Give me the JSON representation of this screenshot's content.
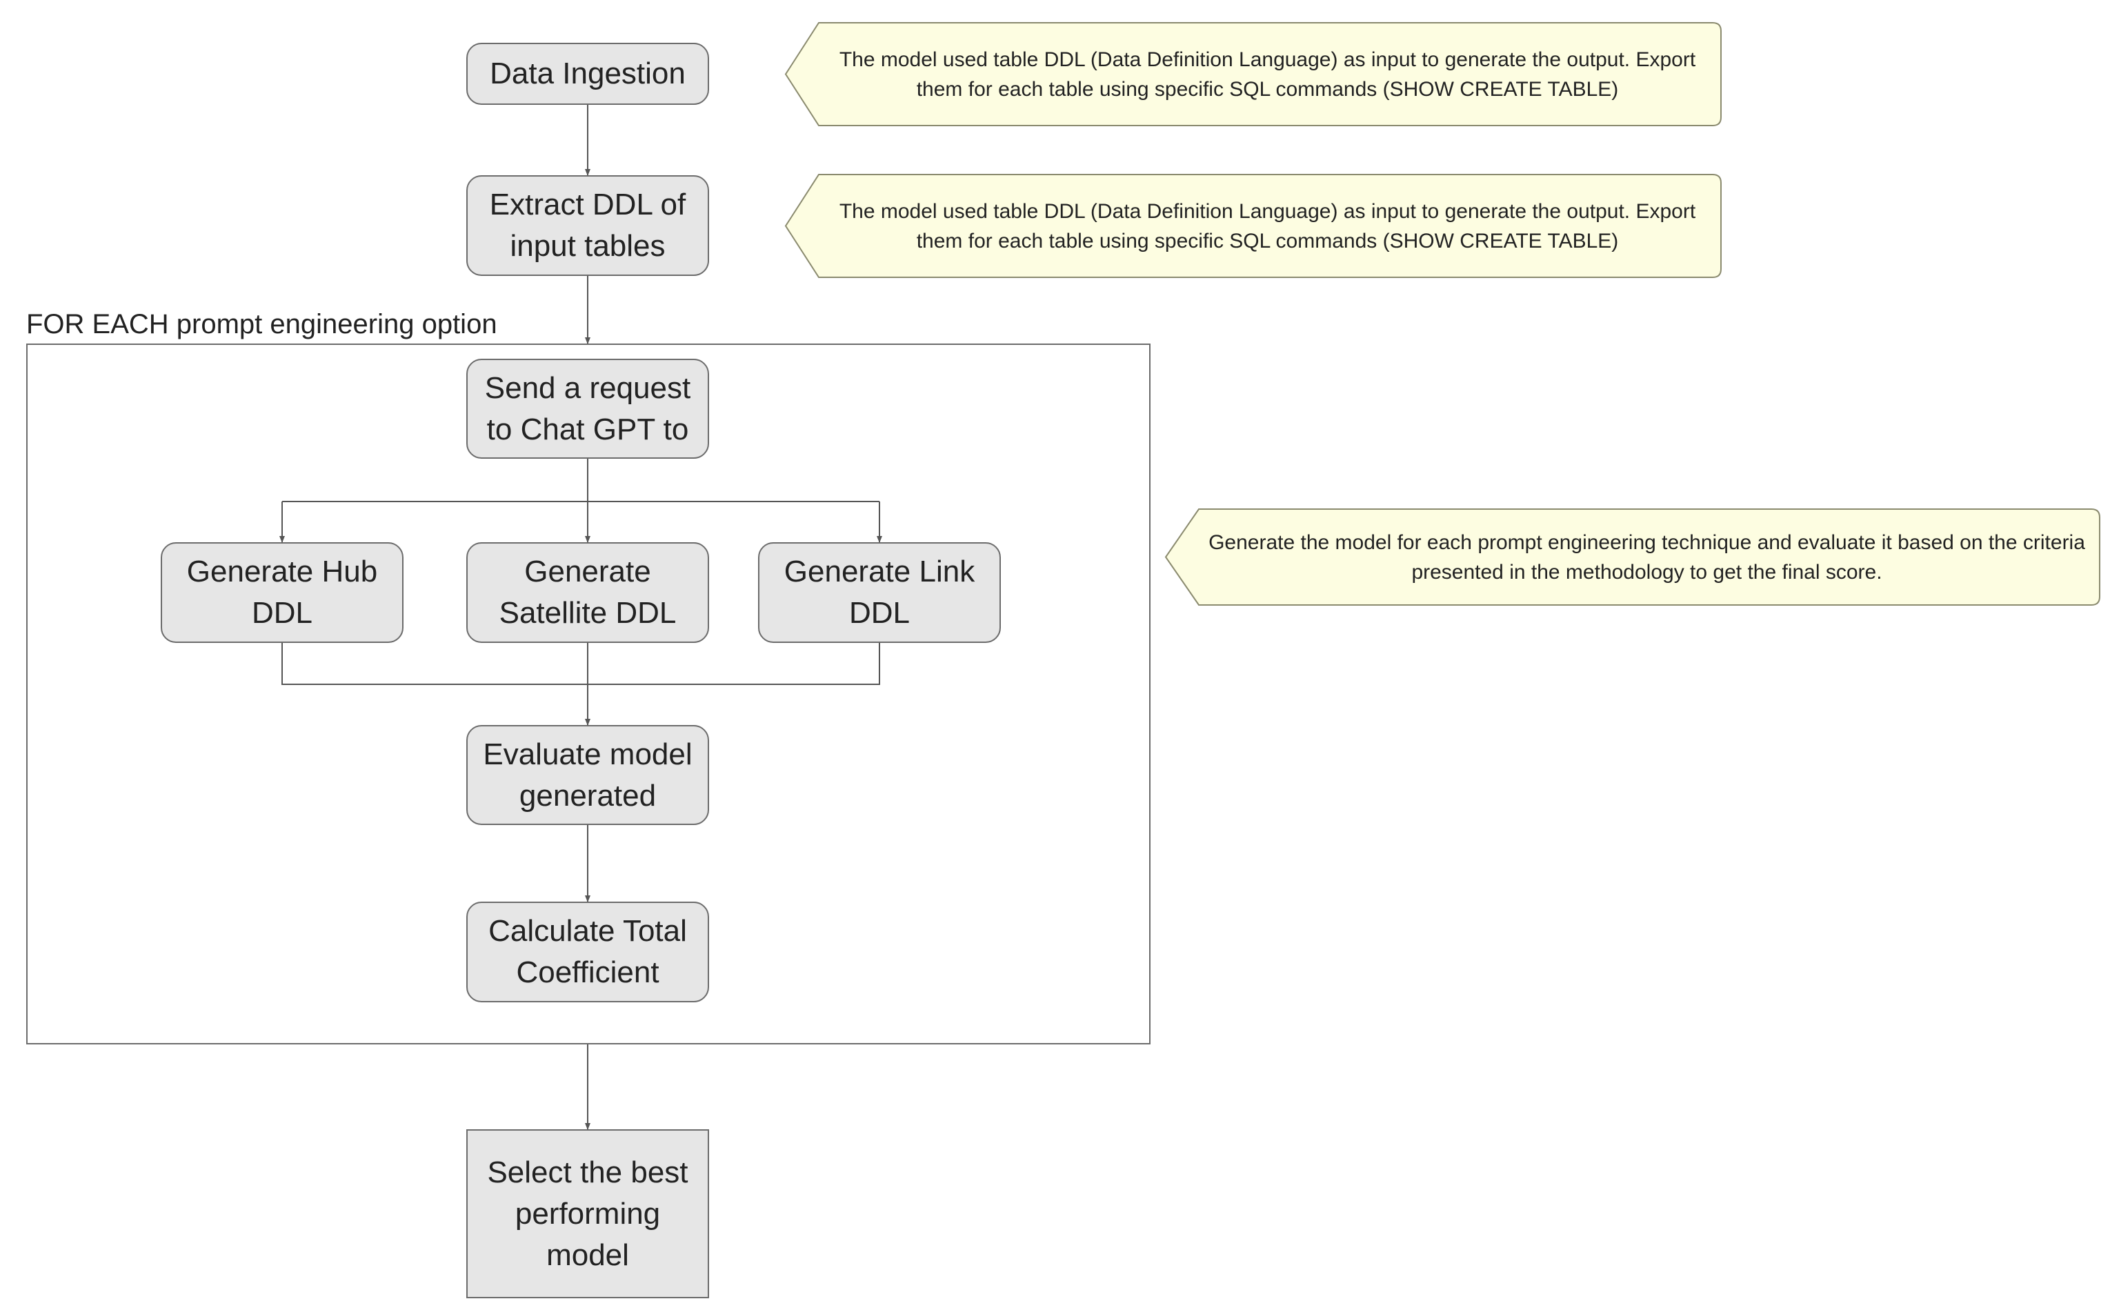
{
  "flow": {
    "ingestion": "Data Ingestion",
    "extract": "Extract DDL of input tables",
    "send_request": "Send a request to Chat GPT to",
    "hub": "Generate Hub DDL",
    "satellite": "Generate Satellite DDL",
    "link": "Generate Link DDL",
    "evaluate": "Evaluate model generated",
    "calculate": "Calculate Total Coefficient",
    "select": "Select the best performing model"
  },
  "loop": {
    "label": "FOR EACH prompt engineering option"
  },
  "notes": [
    {
      "text": "The model used table DDL (Data Definition Language) as input to generate the output. Export them for each table using specific SQL commands (SHOW CREATE TABLE)"
    },
    {
      "text": "The model used table DDL (Data Definition Language) as input to generate the output. Export them for each table using specific SQL commands (SHOW CREATE TABLE)"
    },
    {
      "text": "Generate the model for each prompt engineering technique and evaluate it based on the criteria presented in the methodology to get the final score."
    }
  ],
  "colors": {
    "node_fill": "#e6e6e6",
    "node_border": "#6b6b6b",
    "note_fill": "#fdfde1",
    "note_border": "#8a8a6e",
    "line": "#555555"
  }
}
